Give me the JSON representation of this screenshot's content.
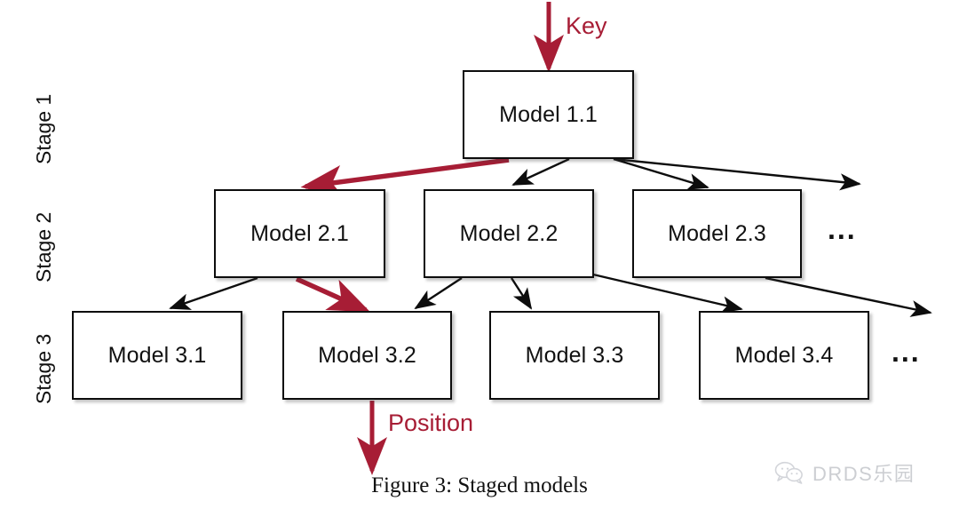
{
  "figure": {
    "caption": "Figure 3: Staged models",
    "background_color": "#ffffff",
    "accent_color": "#a71d35",
    "line_color": "#0d0d0d"
  },
  "stages": [
    {
      "label": "Stage 1"
    },
    {
      "label": "Stage 2"
    },
    {
      "label": "Stage 3"
    }
  ],
  "nodes": [
    {
      "label": "Model 1.1",
      "stage": 1
    },
    {
      "label": "Model 2.1",
      "stage": 2
    },
    {
      "label": "Model 2.2",
      "stage": 2
    },
    {
      "label": "Model 2.3",
      "stage": 2
    },
    {
      "label": "Model 3.1",
      "stage": 3
    },
    {
      "label": "Model 3.2",
      "stage": 3
    },
    {
      "label": "Model 3.3",
      "stage": 3
    },
    {
      "label": "Model 3.4",
      "stage": 3
    }
  ],
  "flow_labels": {
    "input": "Key",
    "output": "Position"
  },
  "ellipses": {
    "stage2": "...",
    "stage3": "..."
  },
  "watermark": {
    "text": "DRDS乐园",
    "icon": "wechat-bubbles-icon"
  }
}
